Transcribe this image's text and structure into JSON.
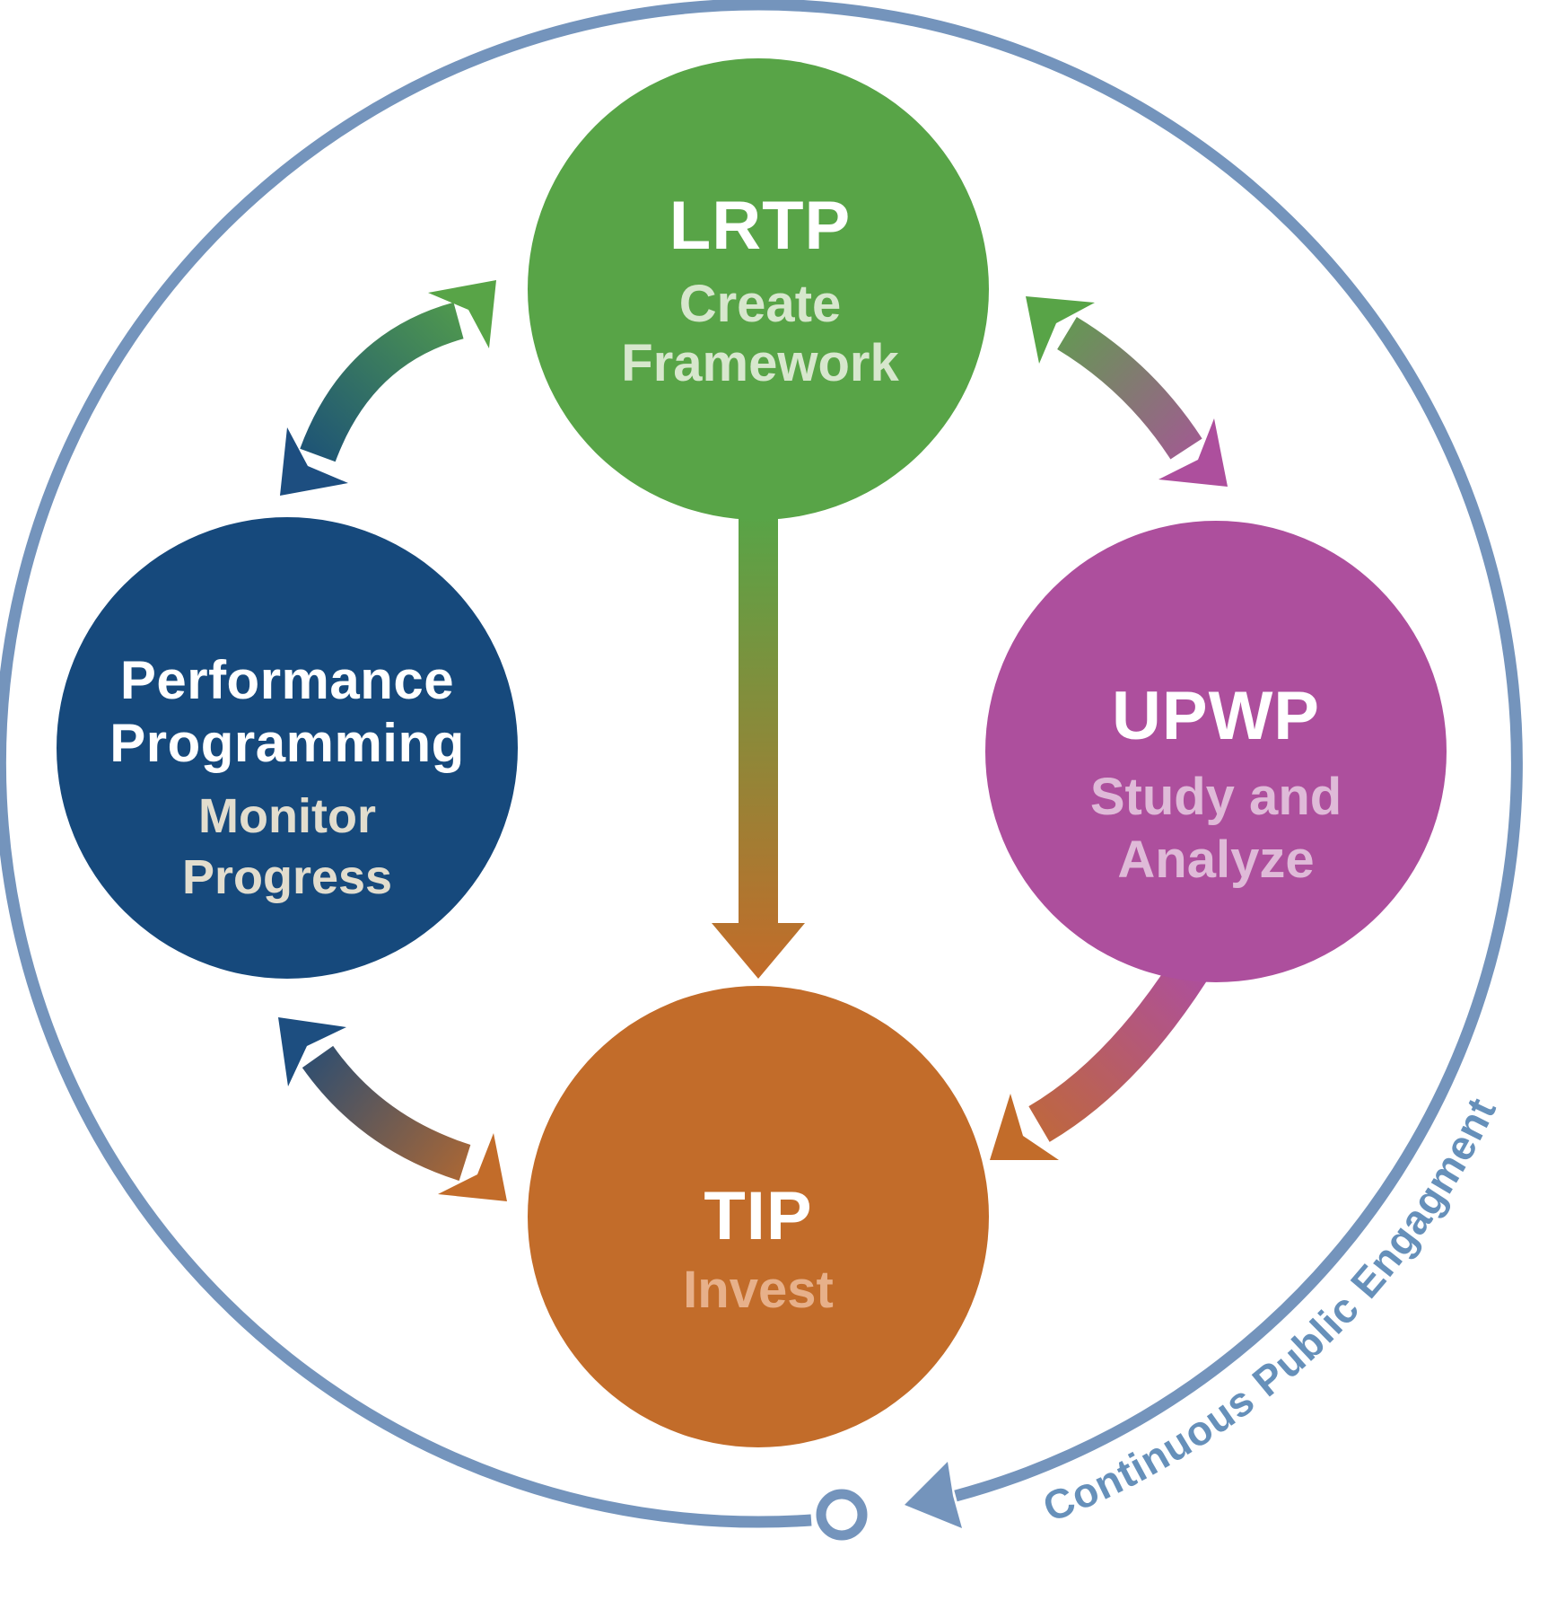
{
  "outer_ring": {
    "label": "Continuous Public Engagment",
    "color": "#7494bc",
    "label_color": "#6690ba",
    "start_marker": "open-circle",
    "flow_direction": "clockwise"
  },
  "nodes": {
    "lrtp": {
      "title": "LRTP",
      "subtitle_line1": "Create",
      "subtitle_line2": "Framework",
      "color": "#58a447",
      "title_color": "#ffffff",
      "subtitle_color": "#d7e7cd"
    },
    "upwp": {
      "title": "UPWP",
      "subtitle_line1": "Study and",
      "subtitle_line2": "Analyze",
      "color": "#ad4f9d",
      "title_color": "#ffffff",
      "subtitle_color": "#dfbad8"
    },
    "tip": {
      "title": "TIP",
      "subtitle_line1": "Invest",
      "color": "#c26c2a",
      "title_color": "#ffffff",
      "subtitle_color": "#e7b08a"
    },
    "performance": {
      "title_line1": "Performance",
      "title_line2": "Programming",
      "subtitle_line1": "Monitor",
      "subtitle_line2": "Progress",
      "color": "#16497c",
      "title_color": "#ffffff",
      "subtitle_color": "#e2ddce"
    }
  },
  "arrows": {
    "lrtp_performance": {
      "type": "double-headed",
      "from": "LRTP",
      "to": "Performance Programming",
      "gradient": [
        "#16497c",
        "#58a447"
      ]
    },
    "lrtp_upwp": {
      "type": "double-headed",
      "from": "LRTP",
      "to": "UPWP",
      "gradient": [
        "#58a447",
        "#ad4f9d"
      ]
    },
    "lrtp_tip": {
      "type": "single-headed",
      "from": "LRTP",
      "to": "TIP",
      "gradient": [
        "#58a447",
        "#c26c2a"
      ]
    },
    "upwp_tip": {
      "type": "single-headed",
      "from": "UPWP",
      "to": "TIP",
      "gradient": [
        "#ad4f9d",
        "#c26c2a"
      ]
    },
    "tip_performance": {
      "type": "double-headed",
      "from": "TIP",
      "to": "Performance Programming",
      "gradient": [
        "#16497c",
        "#c26c2a"
      ]
    }
  }
}
